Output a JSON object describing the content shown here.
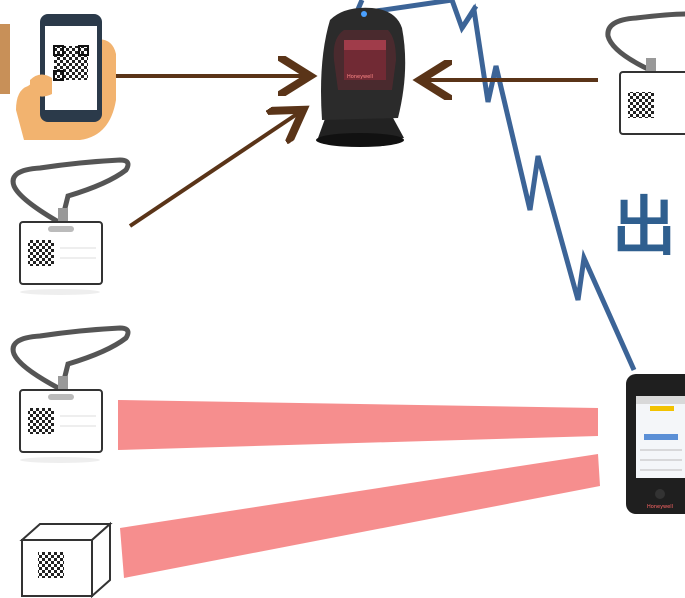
{
  "label": {
    "text": "出"
  },
  "scanner": {
    "brand": "Honeywell"
  },
  "handheld": {
    "brand": "Honeywell"
  },
  "colors": {
    "arrow": "#5a3418",
    "zigzag": "#3c6497",
    "beam": "#f47a7a",
    "text": "#2f5f8f"
  },
  "icons": [
    "smartphone-qr-icon",
    "id-badge-qr-icon",
    "package-qr-icon",
    "barcode-scanner-icon",
    "handheld-terminal-icon"
  ]
}
